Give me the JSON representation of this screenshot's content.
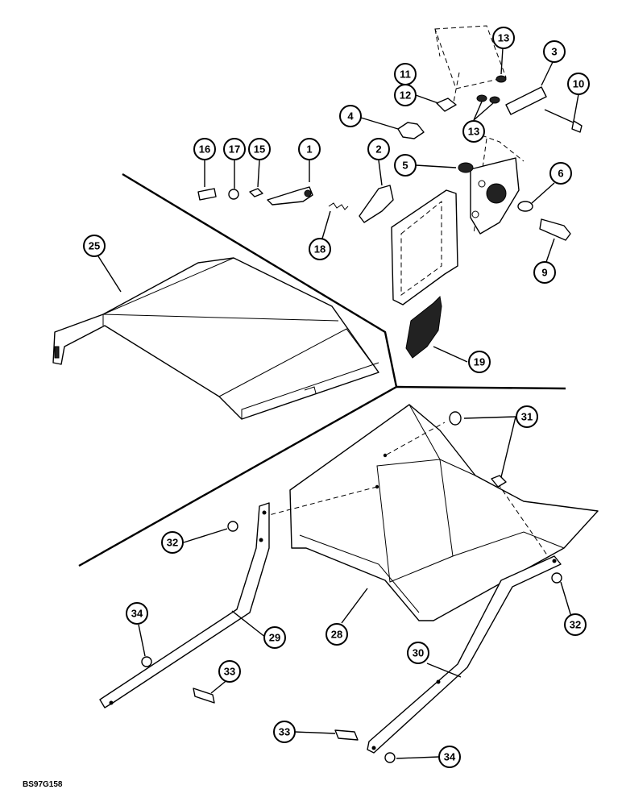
{
  "figure_code": "BS97G158",
  "callouts": {
    "c1": "1",
    "c2": "2",
    "c3": "3",
    "c4": "4",
    "c5": "5",
    "c6": "6",
    "c9": "9",
    "c10": "10",
    "c11": "11",
    "c12": "12",
    "c13a": "13",
    "c13b": "13",
    "c15": "15",
    "c16": "16",
    "c17": "17",
    "c18": "18",
    "c19": "19",
    "c25": "25",
    "c28": "28",
    "c29": "29",
    "c30": "30",
    "c31": "31",
    "c32a": "32",
    "c32b": "32",
    "c33a": "33",
    "c33b": "33",
    "c34a": "34",
    "c34b": "34"
  }
}
